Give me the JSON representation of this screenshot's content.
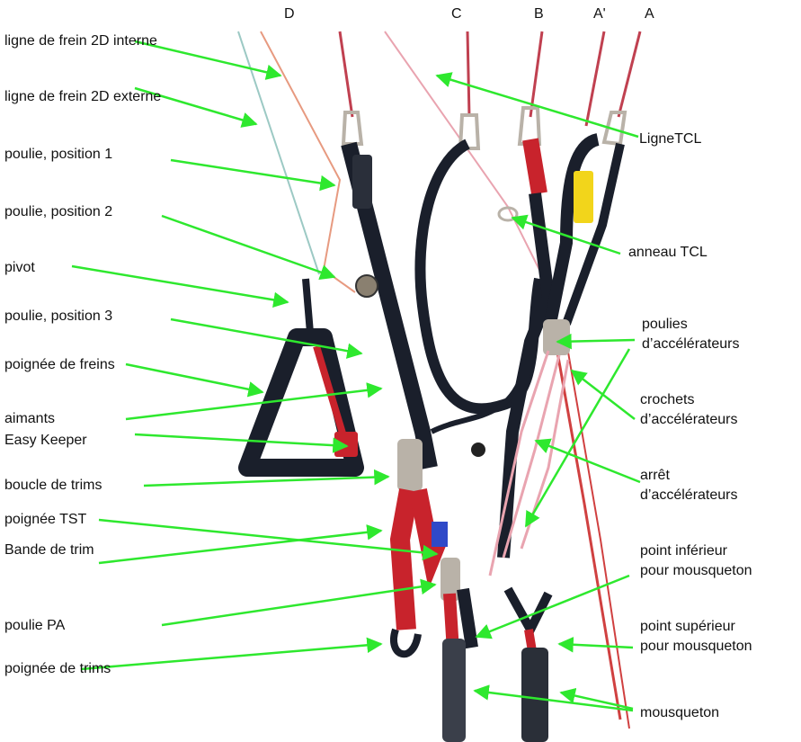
{
  "columns": [
    "D",
    "C",
    "B",
    "A'",
    "A"
  ],
  "labels_left": [
    "ligne de frein 2D interne",
    "ligne de frein 2D externe",
    "poulie, position 1",
    "poulie, position 2",
    "pivot",
    "poulie, position 3",
    "poignée de freins",
    "aimants",
    "Easy Keeper",
    "boucle de trims",
    "poignée TST",
    "Bande de trim",
    "poulie PA",
    "poignée de trims"
  ],
  "labels_right": [
    {
      "line1": "LigneTCL",
      "line2": ""
    },
    {
      "line1": "anneau TCL",
      "line2": ""
    },
    {
      "line1": "poulies",
      "line2": "d’accélérateurs"
    },
    {
      "line1": "crochets",
      "line2": "d’accélérateurs"
    },
    {
      "line1": "arrêt",
      "line2": "d’accélérateurs"
    },
    {
      "line1": "point inférieur",
      "line2": "pour mousqueton"
    },
    {
      "line1": "point supérieur",
      "line2": "pour mousqueton"
    },
    {
      "line1": "mousqueton",
      "line2": ""
    }
  ],
  "colors": {
    "arrow": "#2ee82e",
    "webbing_dark": "#1a1f2b",
    "webbing_red": "#c8232c",
    "line_red": "#d04040",
    "line_pink": "#e9a4b0",
    "line_teal": "#9cc9c4",
    "yellow": "#f2d51b",
    "metal": "#b9b2a8"
  }
}
